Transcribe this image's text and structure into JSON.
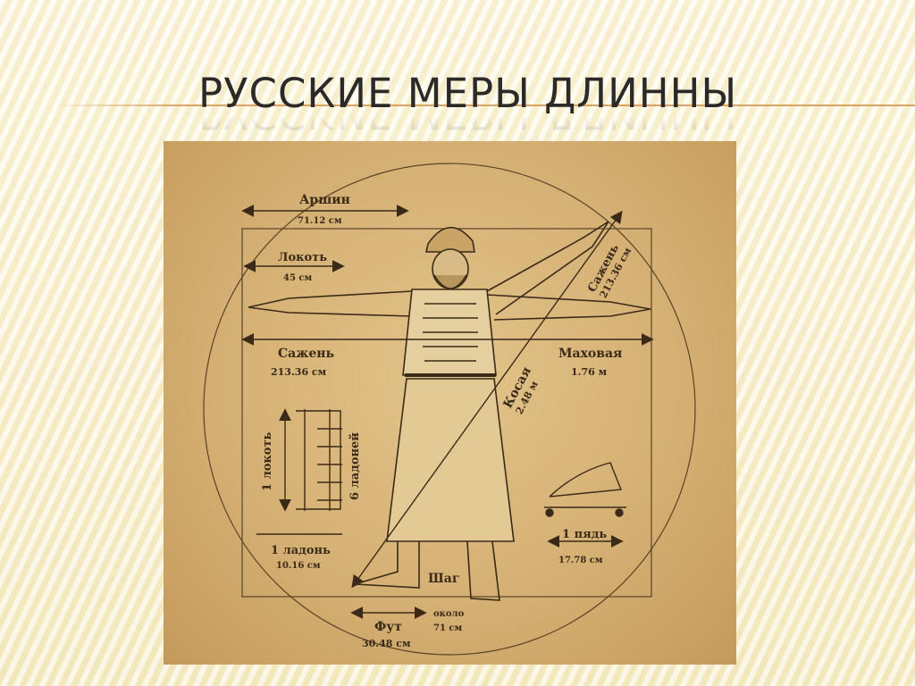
{
  "slide": {
    "title": "РУССКИЕ МЕРЫ ДЛИННЫ"
  },
  "poster": {
    "arshin": {
      "name": "Аршин",
      "value": "71.12 см"
    },
    "lokot": {
      "name": "Локоть",
      "value": "45 см"
    },
    "sazhen": {
      "name": "Сажень",
      "value": "213.36 см"
    },
    "makhovaya": {
      "name": "Маховая",
      "value": "1.76 м"
    },
    "kosaya": {
      "name": "Косая",
      "value": "2.48 м"
    },
    "sazhen_diag": {
      "name": "Сажень",
      "value": "213.36 см"
    },
    "one_lokot": "1 локоть",
    "six_ladoney": "6 ладоней",
    "ladon": {
      "name": "1 ладонь",
      "value": "10.16 см"
    },
    "pyad": {
      "name": "1 пядь",
      "value": "17.78 см"
    },
    "shag": {
      "name": "Шаг",
      "note": "около",
      "value": "71 см"
    },
    "fut": {
      "name": "Фут",
      "value": "30.48 см"
    }
  },
  "colors": {
    "ink": "#3a2a17",
    "parchment": "#d5b074",
    "title": "#2b2a28",
    "accent_line": "#d9a363"
  }
}
